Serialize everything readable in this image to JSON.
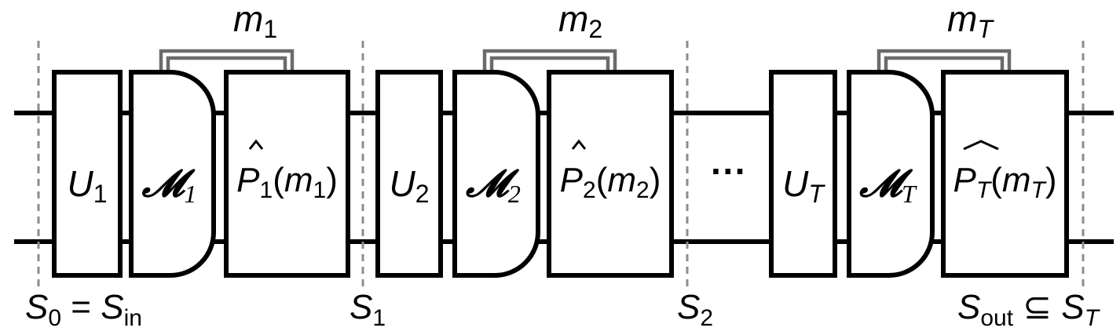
{
  "stages": [
    {
      "unitary": {
        "symbol": "U",
        "sub": "1"
      },
      "measurement": {
        "symbol": "𝓜",
        "sub": "1"
      },
      "correction": {
        "symbol": "P",
        "sub": "1",
        "arg": "m",
        "arg_sub": "1"
      },
      "outcome": {
        "symbol": "m",
        "sub": "1"
      }
    },
    {
      "unitary": {
        "symbol": "U",
        "sub": "2"
      },
      "measurement": {
        "symbol": "𝓜",
        "sub": "2"
      },
      "correction": {
        "symbol": "P",
        "sub": "2",
        "arg": "m",
        "arg_sub": "2"
      },
      "outcome": {
        "symbol": "m",
        "sub": "2"
      }
    },
    {
      "unitary": {
        "symbol": "U",
        "sub": "T"
      },
      "measurement": {
        "symbol": "𝓜",
        "sub": "T"
      },
      "correction": {
        "symbol": "P",
        "sub": "T",
        "arg": "m",
        "arg_sub": "T"
      },
      "outcome": {
        "symbol": "m",
        "sub": "T"
      }
    }
  ],
  "ellipsis": "···",
  "slices": [
    {
      "parts": [
        {
          "t": "S"
        },
        {
          "t": "0",
          "sub": true
        },
        {
          "t": " = "
        },
        {
          "t": "S"
        },
        {
          "t": "in",
          "sub": true
        }
      ]
    },
    {
      "parts": [
        {
          "t": "S"
        },
        {
          "t": "1",
          "sub": true
        }
      ]
    },
    {
      "parts": [
        {
          "t": "S"
        },
        {
          "t": "2",
          "sub": true
        }
      ]
    },
    {
      "parts": [
        {
          "t": "S"
        },
        {
          "t": "out",
          "sub": true
        },
        {
          "t": " ⊆ "
        },
        {
          "t": "S"
        },
        {
          "t": "T",
          "sub": true
        }
      ]
    }
  ]
}
